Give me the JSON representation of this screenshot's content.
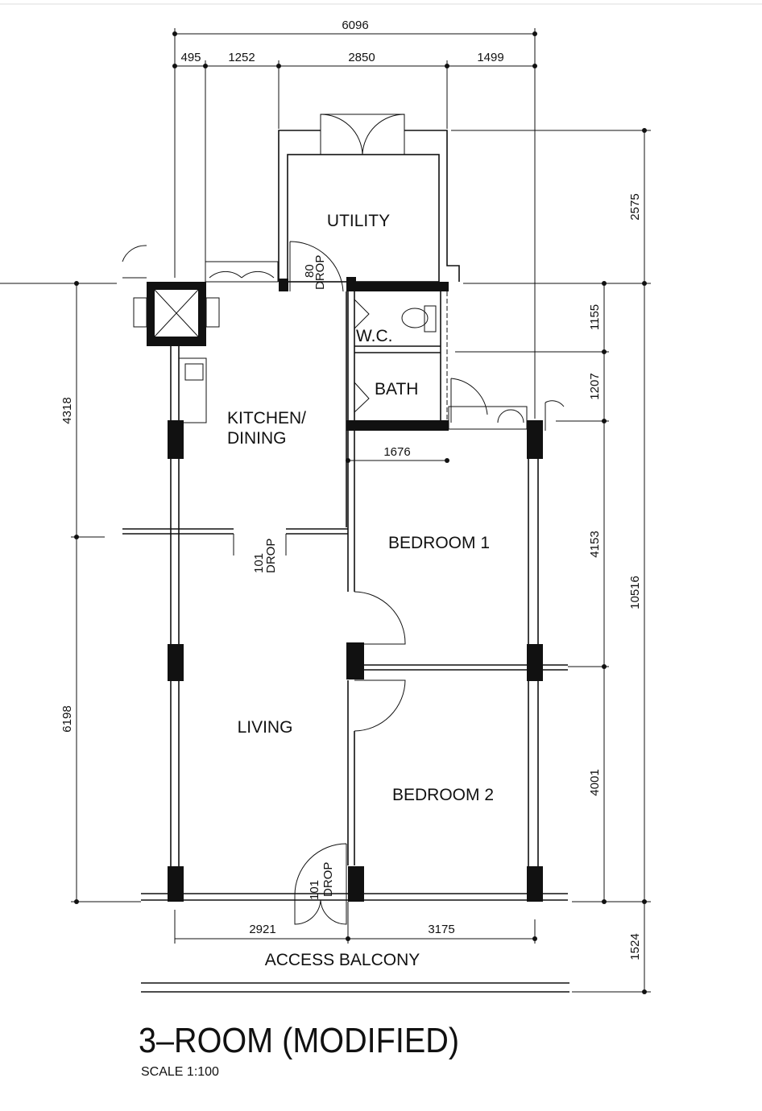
{
  "plan": {
    "title": "3–ROOM (MODIFIED)",
    "scale": "SCALE 1:100",
    "rooms": {
      "utility": "UTILITY",
      "wc": "W.C.",
      "bath": "BATH",
      "kitchen_line1": "KITCHEN/",
      "kitchen_line2": "DINING",
      "bedroom1": "BEDROOM 1",
      "bedroom2": "BEDROOM 2",
      "living": "LIVING",
      "access_balcony": "ACCESS BALCONY"
    },
    "door_tags": {
      "utility_num": "80",
      "utility_drop": "DROP",
      "kitchen_num": "101",
      "kitchen_drop": "DROP",
      "entry_num": "101",
      "entry_drop": "DROP"
    },
    "dimensions": {
      "top_total": "6096",
      "top": [
        "495",
        "1252",
        "2850",
        "1499"
      ],
      "right_outer": [
        "2575",
        "10516",
        "1524"
      ],
      "right_inner": [
        "1155",
        "1207",
        "4153",
        "4001"
      ],
      "left": [
        "4318",
        "6198"
      ],
      "bath_width": "1676",
      "bottom": [
        "2921",
        "3175"
      ]
    }
  }
}
